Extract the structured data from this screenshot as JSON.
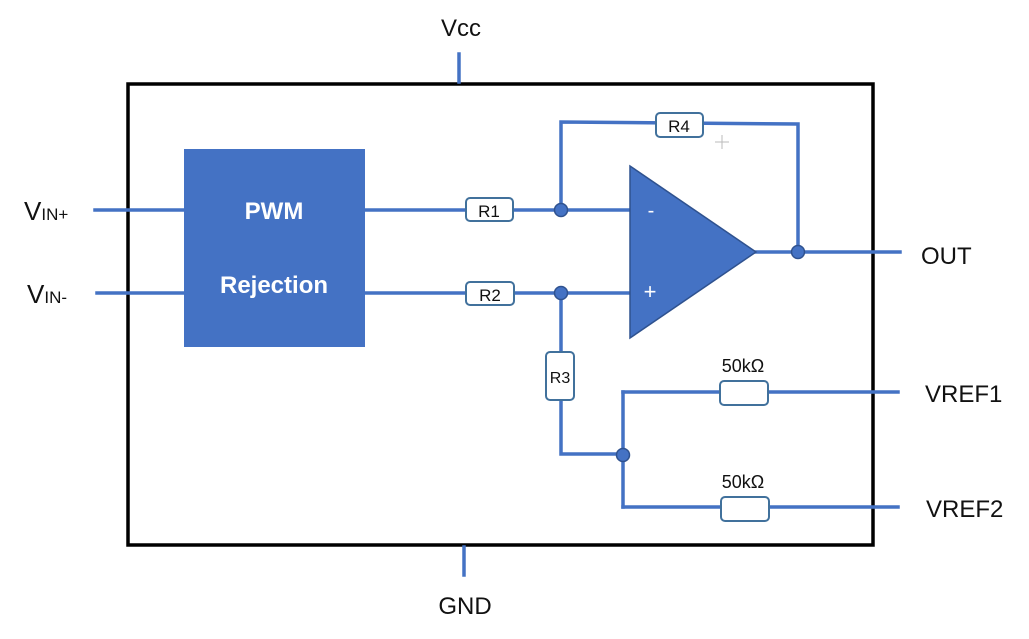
{
  "pins": {
    "vcc": "Vcc",
    "gnd": "GND",
    "vin_plus": {
      "main": "V",
      "sub": "IN+"
    },
    "vin_minus": {
      "main": "V",
      "sub": "IN-"
    },
    "out": "OUT",
    "vref1": "VREF1",
    "vref2": "VREF2"
  },
  "block": {
    "line1": "PWM",
    "line2": "Rejection"
  },
  "resistors": {
    "r1": "R1",
    "r2": "R2",
    "r3": "R3",
    "r4": "R4",
    "vref1_value": "50kΩ",
    "vref2_value": "50kΩ"
  },
  "opamp": {
    "inverting": "-",
    "noninverting": "+"
  },
  "colors": {
    "wire": "#4472C4",
    "block_fill": "#4472C4",
    "outline": "#000000"
  }
}
